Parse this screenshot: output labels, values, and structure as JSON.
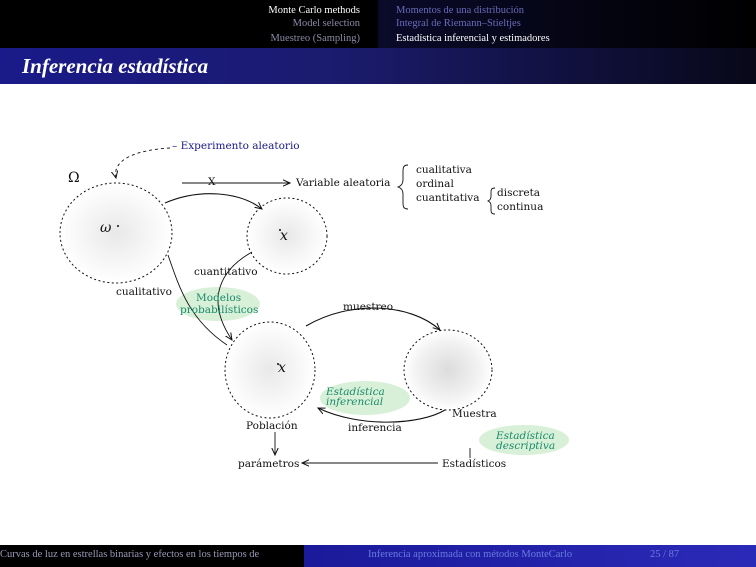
{
  "nav": {
    "sections": [
      {
        "label": "Monte Carlo methods",
        "active": true
      },
      {
        "label": "Model selection",
        "active": false
      },
      {
        "label": "Muestreo (Sampling)",
        "active": false
      }
    ],
    "subsections": [
      {
        "label": "Momentos de una distribución",
        "active": false
      },
      {
        "label": "Integral de Riemann–Stieltjes",
        "active": false
      },
      {
        "label": "Estadística inferencial y estimadores",
        "active": true
      }
    ]
  },
  "frame_title": "Inferencia estadística",
  "diagram": {
    "experimento": "– Experimento aleatorio",
    "omega_label": "Ω",
    "omega_point": "ω",
    "x_point_top": "x",
    "x_point_pop": "x",
    "x_arrow_label": "X",
    "variable_aleatoria": "Variable aleatoria",
    "cualitativa": "cualitativa",
    "ordinal": "ordinal",
    "cuantitativa": "cuantitativa",
    "discreta": "discreta",
    "continua": "continua",
    "cuantitativo": "cuantitativo",
    "cualitativo": "cualitativo",
    "modelos_1": "Modelos",
    "modelos_2": "probabilísticos",
    "muestreo": "muestreo",
    "estadistica_inferencial_1": "Estadística",
    "estadistica_inferencial_2": "inferencial",
    "muestra": "Muestra",
    "poblacion": "Población",
    "inferencia": "inferencia",
    "estadistica_descriptiva_1": "Estadística",
    "estadistica_descriptiva_2": "descriptiva",
    "parametros": "parámetros",
    "estadisticos": "Estadísticos"
  },
  "footer": {
    "left": "Curvas de luz en estrellas binarias y efectos en los tiempos de",
    "middle": "Inferencia aproximada con métodos MonteCarlo",
    "page": "25 / 87"
  },
  "colors": {
    "nav_bg": "#000000",
    "title_bar": "#1a1a8a",
    "accent_teal": "#1a8a6a",
    "bubble_green": "#d8f0d8"
  }
}
